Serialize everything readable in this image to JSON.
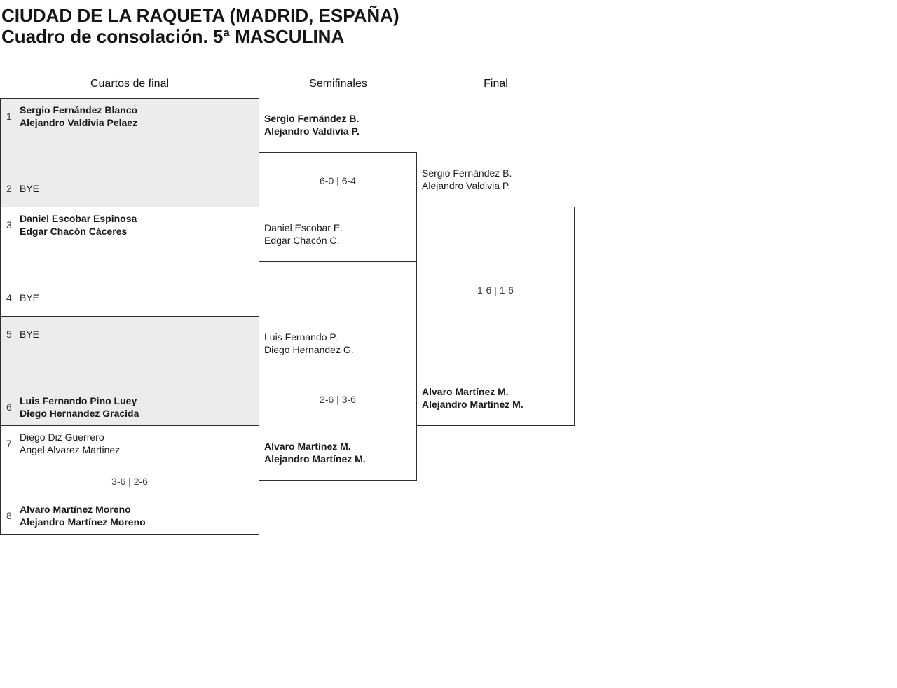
{
  "header": {
    "title_line1": "CIUDAD DE LA RAQUETA (MADRID, ESPAÑA)",
    "title_line2": "Cuadro de consolación. 5ª MASCULINA"
  },
  "round_headers": {
    "quarterfinals": "Cuartos de final",
    "semifinals": "Semifinales",
    "final": "Final"
  },
  "colors": {
    "box_alt_fill": "#ececec",
    "border": "#2e2e2e",
    "text": "#1a1a1a",
    "muted": "#3d3d3d"
  },
  "bracket": {
    "quarterfinals": [
      {
        "team1": {
          "seed": "1",
          "players": [
            "Sergio Fernández Blanco",
            "Alejandro Valdivia Pelaez"
          ],
          "winner": true
        },
        "team2": {
          "seed": "2",
          "players": [
            "BYE"
          ],
          "winner": false
        },
        "score": ""
      },
      {
        "team1": {
          "seed": "3",
          "players": [
            "Daniel Escobar Espinosa",
            "Edgar Chacón Cáceres"
          ],
          "winner": true
        },
        "team2": {
          "seed": "4",
          "players": [
            "BYE"
          ],
          "winner": false
        },
        "score": ""
      },
      {
        "team1": {
          "seed": "5",
          "players": [
            "BYE"
          ],
          "winner": false
        },
        "team2": {
          "seed": "6",
          "players": [
            "Luis Fernando Pino Luey",
            "Diego Hernandez Gracida"
          ],
          "winner": true
        },
        "score": ""
      },
      {
        "team1": {
          "seed": "7",
          "players": [
            "Diego Diz Guerrero",
            "Angel Alvarez Martinez"
          ],
          "winner": false
        },
        "team2": {
          "seed": "8",
          "players": [
            "Alvaro Martínez Moreno",
            "Alejandro Martínez Moreno"
          ],
          "winner": true
        },
        "score": "3-6 | 2-6"
      }
    ],
    "semifinals": [
      {
        "team1": {
          "players": [
            "Sergio Fernández B.",
            "Alejandro Valdivia P."
          ],
          "winner": true
        },
        "team2": {
          "players": [
            "Daniel Escobar E.",
            "Edgar Chacón C."
          ],
          "winner": false
        },
        "score": "6-0 | 6-4"
      },
      {
        "team1": {
          "players": [
            "Luis Fernando P.",
            "Diego Hernandez G."
          ],
          "winner": false
        },
        "team2": {
          "players": [
            "Alvaro Martínez M.",
            "Alejandro Martínez M."
          ],
          "winner": true
        },
        "score": "2-6 | 3-6"
      }
    ],
    "final": {
      "team1": {
        "players": [
          "Sergio Fernández B.",
          "Alejandro Valdivia P."
        ],
        "winner": false
      },
      "team2": {
        "players": [
          "Alvaro Martínez M.",
          "Alejandro Martínez M."
        ],
        "winner": true
      },
      "score": "1-6 | 1-6"
    }
  }
}
